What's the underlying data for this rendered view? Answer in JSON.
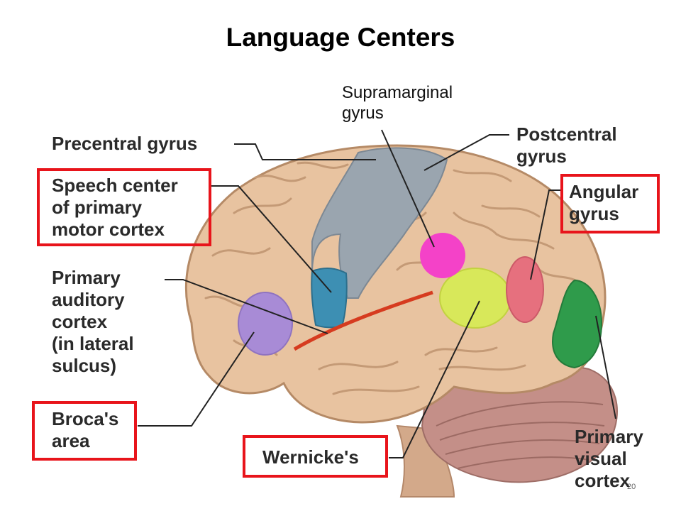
{
  "title": "Language Centers",
  "labels": {
    "precentral_gyrus": "Precentral gyrus",
    "speech_center": [
      "Speech center",
      "of primary",
      "motor cortex"
    ],
    "primary_auditory": [
      "Primary",
      "auditory",
      "cortex",
      "(in lateral",
      "sulcus)"
    ],
    "brocas_area": [
      "Broca's",
      "area"
    ],
    "wernickes": "Wernicke's",
    "supramarginal_gyrus": [
      "Supramarginal",
      "gyrus"
    ],
    "postcentral_gyrus": [
      "Postcentral",
      "gyrus"
    ],
    "angular_gyrus": [
      "Angular",
      "gyrus"
    ],
    "primary_visual": [
      "Primary",
      "visual",
      "cortex"
    ]
  },
  "page_number": "20",
  "colors": {
    "highlight_box": "#e8141b",
    "brain": "#e8c3a0",
    "brain_dark": "#c99c78",
    "cerebellum": "#c08f86",
    "precentral": "#98a4ae",
    "speech_center": "#3d8fb3",
    "brocas": "#a88bd6",
    "lateral_sulcus": "#d63b1f",
    "supramarginal": "#f442c8",
    "wernickes": "#d8e85a",
    "angular": "#e6707e",
    "visual": "#2f9b4b"
  }
}
